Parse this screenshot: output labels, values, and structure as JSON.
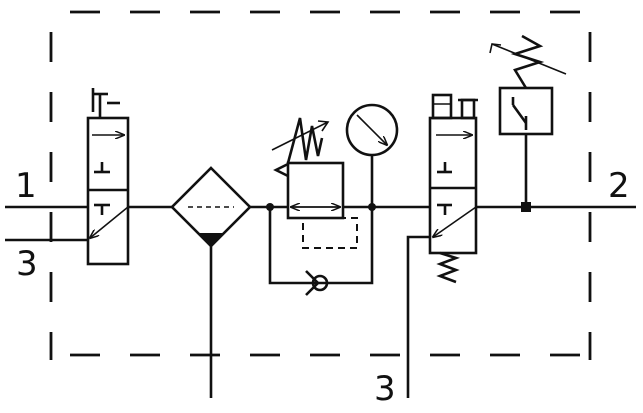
{
  "diagram": {
    "ports": {
      "inlet": "1",
      "outlet": "2",
      "exhaust_left": "3",
      "exhaust_bottom": "3"
    }
  }
}
